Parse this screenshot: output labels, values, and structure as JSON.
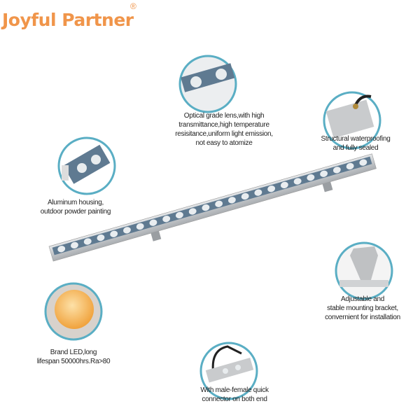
{
  "brand": {
    "name": "Joyful Partner",
    "registered": "®",
    "color": "#f0954a"
  },
  "accent_ring_color": "#5aaec4",
  "features": [
    {
      "id": "optical-lens",
      "icon": "lens-closeup",
      "lines": [
        "Optical grade lens,with high",
        "transmittance,high temperature",
        "resisitance,uniform light emission,",
        "not easy to atomize"
      ]
    },
    {
      "id": "waterproofing",
      "icon": "end-cap-closeup",
      "lines": [
        "Structural waterproofing",
        "and fully sealed"
      ]
    },
    {
      "id": "aluminum-housing",
      "icon": "housing-closeup",
      "lines": [
        "Aluminum housing,",
        "outdoor powder painting"
      ]
    },
    {
      "id": "brand-led",
      "icon": "led-chip-closeup",
      "lines": [
        "Brand LED,long",
        "lifespan 50000hrs.Ra>80"
      ]
    },
    {
      "id": "mounting-bracket",
      "icon": "bracket-closeup",
      "lines": [
        "Adjustable and",
        "stable mounting bracket,",
        "convernient for installation"
      ]
    },
    {
      "id": "connector",
      "icon": "connector-closeup",
      "lines": [
        "With male-female quick",
        "connector on both end"
      ]
    }
  ]
}
